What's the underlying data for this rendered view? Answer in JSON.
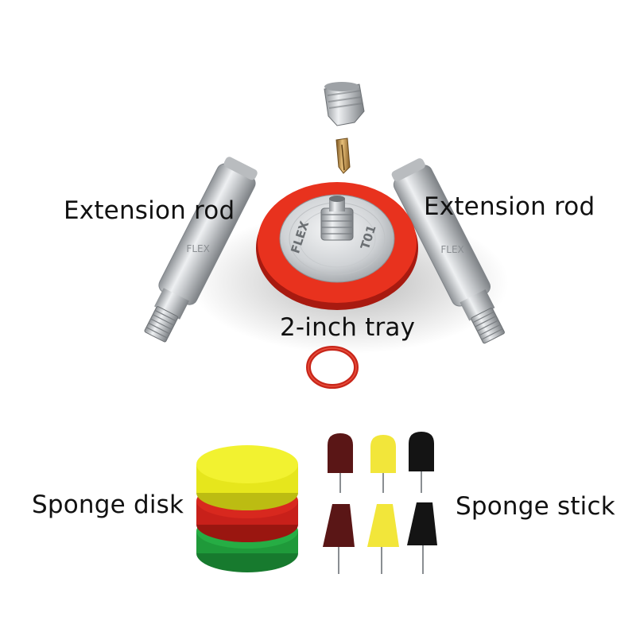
{
  "labels": {
    "extension_rod_left": "Extension rod",
    "extension_rod_right": "Extension rod",
    "tray": "2-inch tray",
    "sponge_disk": "Sponge disk",
    "sponge_stick": "Sponge stick"
  },
  "product_marks": {
    "tray_brand": "FLEX",
    "tray_model": "T01",
    "rod_brand": "FLEX"
  },
  "colors": {
    "tray_rubber": "#e8321e",
    "metal": "#c9cccf",
    "brass": "#b8893a",
    "sponge_yellow": "#eeee22",
    "sponge_red": "#c8201a",
    "sponge_green": "#1f9a3a",
    "stick_maroon": "#5a1616",
    "stick_yellow": "#f2e63a",
    "stick_black": "#141414"
  }
}
